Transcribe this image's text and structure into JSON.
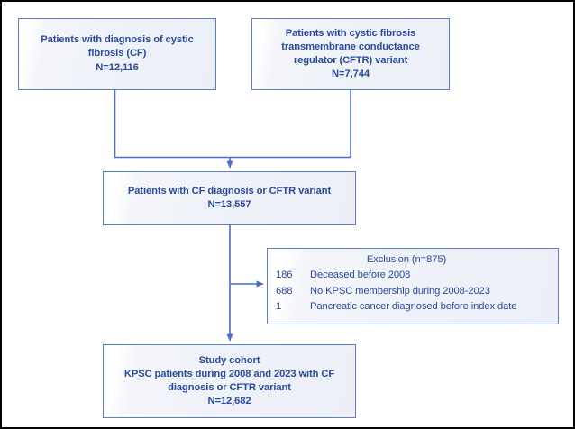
{
  "figure": {
    "type": "study-flow-diagram",
    "colors": {
      "node_border": "#5b7ec4",
      "node_text": "#2a4b9b",
      "connector": "#4a6fc0",
      "frame": "#000000",
      "background": "#ffffff",
      "node_fill": "#eef1f8"
    }
  },
  "nodes": {
    "cf_diagnosis": {
      "lines": [
        "Patients with diagnosis of cystic",
        "fibrosis (CF)",
        "N=12,116"
      ],
      "count": "12,116"
    },
    "cftr_variant": {
      "lines": [
        "Patients with cystic fibrosis",
        "transmembrane conductance",
        "regulator (CFTR) variant",
        "N=7,744"
      ],
      "count": "7,744"
    },
    "combined": {
      "lines": [
        "Patients with CF diagnosis or CFTR  variant",
        "N=13,557"
      ],
      "count": "13,557"
    },
    "exclusion": {
      "title": "Exclusion (n=875)",
      "total": "875",
      "rows": [
        {
          "n": "186",
          "label": "Deceased before 2008"
        },
        {
          "n": "688",
          "label": "No KPSC membership during 2008-2023"
        },
        {
          "n": "1",
          "label": "Pancreatic cancer diagnosed before index date"
        }
      ]
    },
    "study_cohort": {
      "lines": [
        "Study cohort",
        "KPSC patients during 2008 and 2023 with CF",
        "diagnosis or CFTR variant",
        "N=12,682"
      ],
      "count": "12,682"
    }
  }
}
